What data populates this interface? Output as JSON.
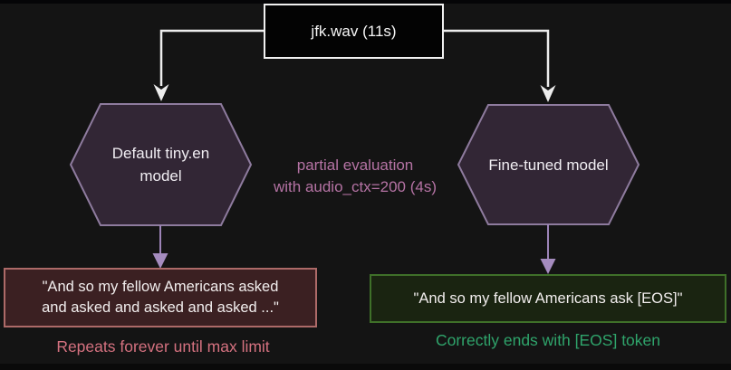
{
  "diagram": {
    "source_box": {
      "label": "jfk.wav (11s)"
    },
    "annotation": {
      "line1": "partial evaluation",
      "line2": "with audio_ctx=200 (4s)"
    },
    "left_branch": {
      "model": "Default tiny.en\nmodel",
      "output": "\"And so my fellow Americans asked\nand asked and asked and asked ...\"",
      "caption": "Repeats forever until max limit"
    },
    "right_branch": {
      "model": "Fine-tuned model",
      "output": "\"And so my fellow Americans ask [EOS]\"",
      "caption": "Correctly ends with [EOS] token"
    },
    "colors": {
      "background": "#141414",
      "hexagon_fill": "#322635",
      "hexagon_border": "#8e7b9e",
      "connector_white": "#ededed",
      "arrow_purple": "#9d84b8",
      "annotation_pink": "#b573a4",
      "fail_border": "#ad6a68",
      "fail_fill": "#3b2022",
      "fail_caption": "#d4717f",
      "success_border": "#3f7029",
      "success_fill": "#1a2411",
      "success_caption": "#2fa46b"
    }
  }
}
